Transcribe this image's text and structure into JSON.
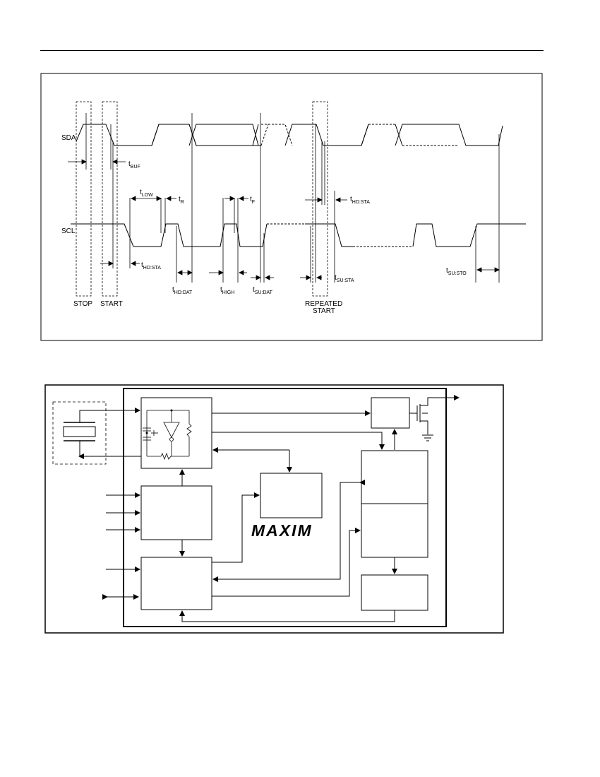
{
  "timing_diagram": {
    "signals": {
      "sda": "SDA",
      "scl": "SCL"
    },
    "params": {
      "t_buf": {
        "t": "t",
        "sub": "BUF"
      },
      "t_low": {
        "t": "t",
        "sub": "LOW"
      },
      "t_r": {
        "t": "t",
        "sub": "R"
      },
      "t_f": {
        "t": "t",
        "sub": "F"
      },
      "t_hd_sta_top": {
        "t": "t",
        "sub": "HD:STA"
      },
      "t_hd_sta_bottom": {
        "t": "t",
        "sub": "HD:STA"
      },
      "t_hd_dat": {
        "t": "t",
        "sub": "HD:DAT"
      },
      "t_high": {
        "t": "t",
        "sub": "HIGH"
      },
      "t_su_dat": {
        "t": "t",
        "sub": "SU:DAT"
      },
      "t_su_sta": {
        "t": "t",
        "sub": "SU:STA"
      },
      "t_su_sto": {
        "t": "t",
        "sub": "SU:STO"
      }
    },
    "conditions": {
      "stop": "STOP",
      "start": "START",
      "repeated_line1": "REPEATED",
      "repeated_line2": "START"
    }
  },
  "block_diagram": {
    "logo": "MAXIM"
  }
}
